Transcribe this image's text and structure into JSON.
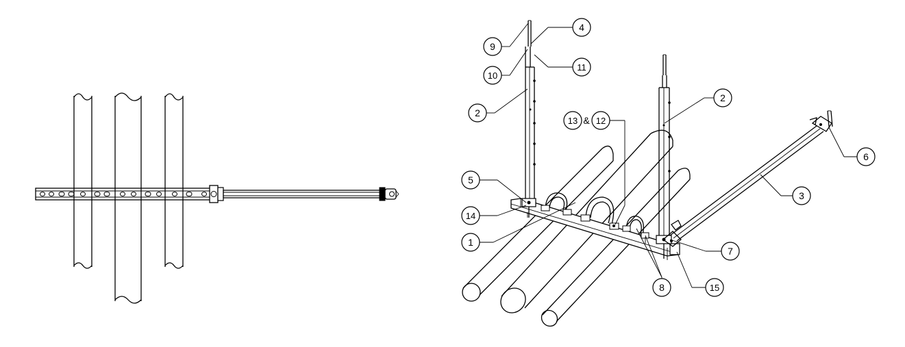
{
  "callouts": {
    "c9": "9",
    "c4": "4",
    "c10": "10",
    "c11": "11",
    "c2a": "2",
    "c2b": "2",
    "c13": "13",
    "c13amp": "&",
    "c12": "12",
    "c6": "6",
    "c5": "5",
    "c3": "3",
    "c14": "14",
    "c1": "1",
    "c7": "7",
    "c8": "8",
    "c15": "15"
  }
}
